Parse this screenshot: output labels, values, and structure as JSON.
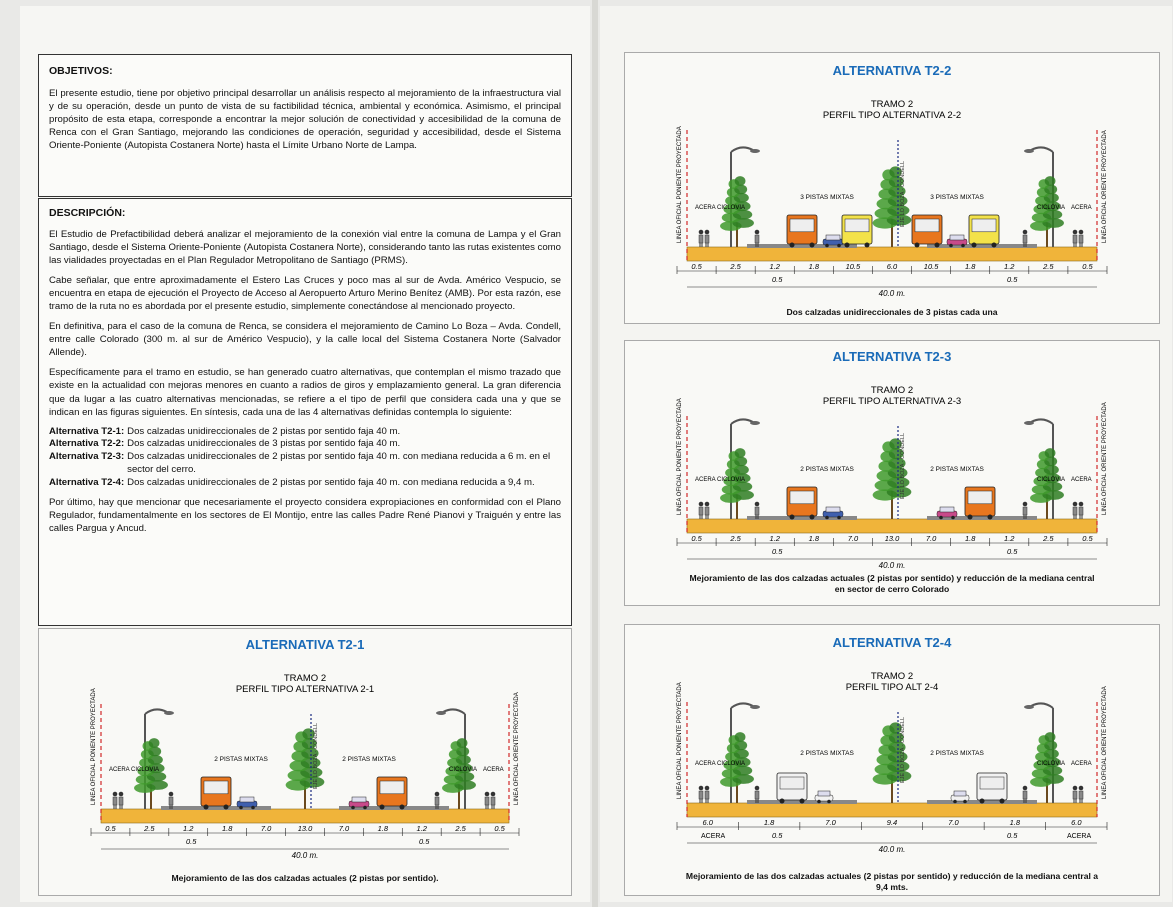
{
  "left": {
    "objetivos": {
      "heading": "OBJETIVOS:",
      "text": "El presente estudio, tiene por objetivo principal desarrollar un análisis respecto al mejoramiento de la infraestructura vial y de su operación, desde un punto de vista de su factibilidad técnica, ambiental y económica. Asimismo, el principal propósito de esta etapa, corresponde a encontrar la mejor solución de conectividad y accesibilidad de la comuna de Renca con el Gran Santiago, mejorando las condiciones de operación, seguridad y accesibilidad, desde el Sistema Oriente-Poniente (Autopista Costanera Norte) hasta el Límite Urbano Norte de Lampa."
    },
    "descripcion": {
      "heading": "DESCRIPCIÓN:",
      "p1": "El Estudio de Prefactibilidad deberá analizar el mejoramiento de la conexión vial entre la comuna de Lampa y el Gran Santiago, desde el Sistema Oriente-Poniente (Autopista Costanera Norte), considerando tanto las rutas existentes como las vialidades proyectadas en el Plan Regulador Metropolitano de Santiago (PRMS).",
      "p2": "Cabe señalar, que entre aproximadamente el Estero Las Cruces y poco mas al sur de Avda. Américo Vespucio, se encuentra en etapa de ejecución el Proyecto de Acceso al Aeropuerto Arturo Merino Benítez (AMB). Por esta razón, ese tramo de la ruta no es abordada por el presente estudio, simplemente conectándose al mencionado proyecto.",
      "p3": "En definitiva, para el caso de la comuna de Renca, se considera el mejoramiento de Camino Lo Boza – Avda. Condell, entre calle Colorado (300 m. al sur de Américo Vespucio), y la calle local del Sistema Costanera Norte (Salvador Allende).",
      "p4": "Específicamente para el tramo en estudio, se han generado cuatro alternativas, que contemplan el mismo trazado que existe en la actualidad con mejoras menores en cuanto a radios de giros y emplazamiento general. La gran diferencia que da lugar a las cuatro alternativas mencionadas, se refiere a el tipo de perfil que considera cada una y que se indican en las figuras siguientes. En síntesis, cada una de las 4 alternativas definidas contempla lo siguiente:",
      "alternatives": [
        {
          "label": "Alternativa T2-1:",
          "text": "Dos calzadas unidireccionales de 2 pistas por sentido faja 40 m."
        },
        {
          "label": "Alternativa T2-2:",
          "text": "Dos calzadas unidireccionales de 3 pistas por sentido faja 40 m."
        },
        {
          "label": "Alternativa T2-3:",
          "text": "Dos calzadas unidireccionales de 2 pistas por sentido faja 40 m. con mediana reducida a 6 m. en el sector del cerro."
        },
        {
          "label": "Alternativa T2-4:",
          "text": "Dos calzadas unidireccionales de 2 pistas por sentido faja 40 m. con mediana reducida a 9,4 m."
        }
      ],
      "p5": "Por último, hay que mencionar que necesariamente el proyecto considera expropiaciones en conformidad con el Plano Regulador, fundamentalmente en los sectores de El Montijo, entre las calles Padre René Pianovi y Traiguén y entre las calles Pargua y Ancud."
    }
  },
  "common": {
    "tramo": "TRAMO 2",
    "linea_poniente": "LINEA OFICIAL PONIENTE PROYECTADA",
    "linea_oriente": "LINEA OFICIAL ORIENTE PROYECTADA",
    "acera": "ACERA",
    "ciclovia": "CICLOVIA",
    "eje": "EJE LO BOZA - CONDELL",
    "total": "40.0 m."
  },
  "panels": [
    {
      "id": "t2-1",
      "title": "ALTERNATIVA T2-1",
      "subtitle": "PERFIL TIPO ALTERNATIVA 2-1",
      "lanes_left": "2 PISTAS MIXTAS",
      "lanes_right": "2 PISTAS MIXTAS",
      "dims": [
        "0.5",
        "2.5",
        "1.2",
        "1.8",
        "7.0",
        "13.0",
        "7.0",
        "1.8",
        "1.2",
        "2.5",
        "0.5"
      ],
      "sub_dims": [
        "0.5",
        "0.5"
      ],
      "caption": "Mejoramiento de las dos calzadas actuales (2 pistas por sentido)."
    },
    {
      "id": "t2-2",
      "title": "ALTERNATIVA T2-2",
      "subtitle": "PERFIL TIPO ALTERNATIVA 2-2",
      "lanes_left": "3 PISTAS MIXTAS",
      "lanes_right": "3 PISTAS MIXTAS",
      "dims": [
        "0.5",
        "2.5",
        "1.2",
        "1.8",
        "10.5",
        "6.0",
        "10.5",
        "1.8",
        "1.2",
        "2.5",
        "0.5"
      ],
      "sub_dims": [
        "0.5",
        "0.5"
      ],
      "caption": "Dos calzadas unidireccionales de 3 pistas cada una"
    },
    {
      "id": "t2-3",
      "title": "ALTERNATIVA T2-3",
      "subtitle": "PERFIL TIPO ALTERNATIVA 2-3",
      "lanes_left": "2 PISTAS MIXTAS",
      "lanes_right": "2 PISTAS MIXTAS",
      "dims": [
        "0.5",
        "2.5",
        "1.2",
        "1.8",
        "7.0",
        "13.0",
        "7.0",
        "1.8",
        "1.2",
        "2.5",
        "0.5"
      ],
      "sub_dims": [
        "0.5",
        "0.5"
      ],
      "caption": "Mejoramiento de las dos calzadas actuales (2 pistas por sentido) y reducción de la mediana central en sector de cerro Colorado"
    },
    {
      "id": "t2-4",
      "title": "ALTERNATIVA T2-4",
      "subtitle": "PERFIL TIPO ALT 2-4",
      "lanes_left": "2 PISTAS MIXTAS",
      "lanes_right": "2 PISTAS MIXTAS",
      "dims": [
        "6.0",
        "1.8",
        "7.0",
        "9.4",
        "7.0",
        "1.8",
        "6.0"
      ],
      "sub_dims": [
        "0.5",
        "0.5"
      ],
      "bottom_labels": [
        "ACERA",
        "ACERA"
      ],
      "caption": "Mejoramiento de las dos calzadas actuales (2 pistas por sentido) y reducción de la mediana central a 9,4 mts."
    }
  ],
  "colors": {
    "title_blue": "#1a6bb8",
    "road": "#f0b43a",
    "bus_orange": "#e8761e",
    "truck_yellow": "#f3e24a",
    "tree_green": "#3f9a2c",
    "limit_red": "#d12a2a"
  }
}
